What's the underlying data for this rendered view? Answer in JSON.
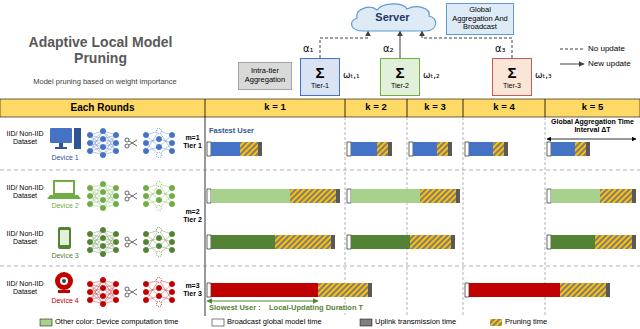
{
  "diagram": {
    "nodes": [
      {
        "text": [
          "Server"
        ]
      },
      {
        "text": [
          "Global Aggregation And Broadcast"
        ]
      },
      {
        "text": [
          "Intra-tier Aggregation"
        ]
      },
      {
        "text": [
          "Σ",
          "Tier-1"
        ]
      },
      {
        "text": [
          "Σ",
          "Tier-2"
        ]
      },
      {
        "text": [
          "Σ",
          "Tier-3"
        ]
      }
    ],
    "edges": [
      {
        "from": 3,
        "to": 0,
        "arrow": "to"
      },
      {
        "from": 4,
        "to": 0,
        "arrow": "to"
      },
      {
        "from": 5,
        "to": 0,
        "arrow": "to"
      }
    ],
    "labels": [
      "Adaptive Local Model Pruning",
      "Model pruning based on weight importance",
      "α₁",
      "ωₜ,₁",
      "α₂",
      "ωₜ,₂",
      "α₃",
      "ωₜ,₃",
      "Each Rounds",
      "k = 1",
      "k = 2",
      "k = 3",
      "k = 4",
      "k = 5",
      "IID/ Non-IID Dataset",
      "Device 1",
      "m=1 Tier 1",
      "IID/ Non-IID Dataset",
      "Device 2",
      "m=2 Tier 2",
      "IID/ Non-IID Dataset",
      "Device 3",
      "IID/ Non-IID Dataset",
      "Device 4",
      "m=3 Tier 3",
      "Fastest User",
      "Slowest User :",
      "Local-Updating Duration T",
      "Global Aggregation Time Interval ΔT"
    ],
    "legend": [
      {
        "text": "No update"
      },
      {
        "text": "New update"
      },
      {
        "text": "Other color: Device computation time",
        "color": "#a9d18e"
      },
      {
        "text": "Broadcast global model time",
        "color": "#ffffff"
      },
      {
        "text": "Uplink transmission time",
        "color": "#7f7f7f"
      },
      {
        "text": "Pruning time"
      }
    ]
  }
}
